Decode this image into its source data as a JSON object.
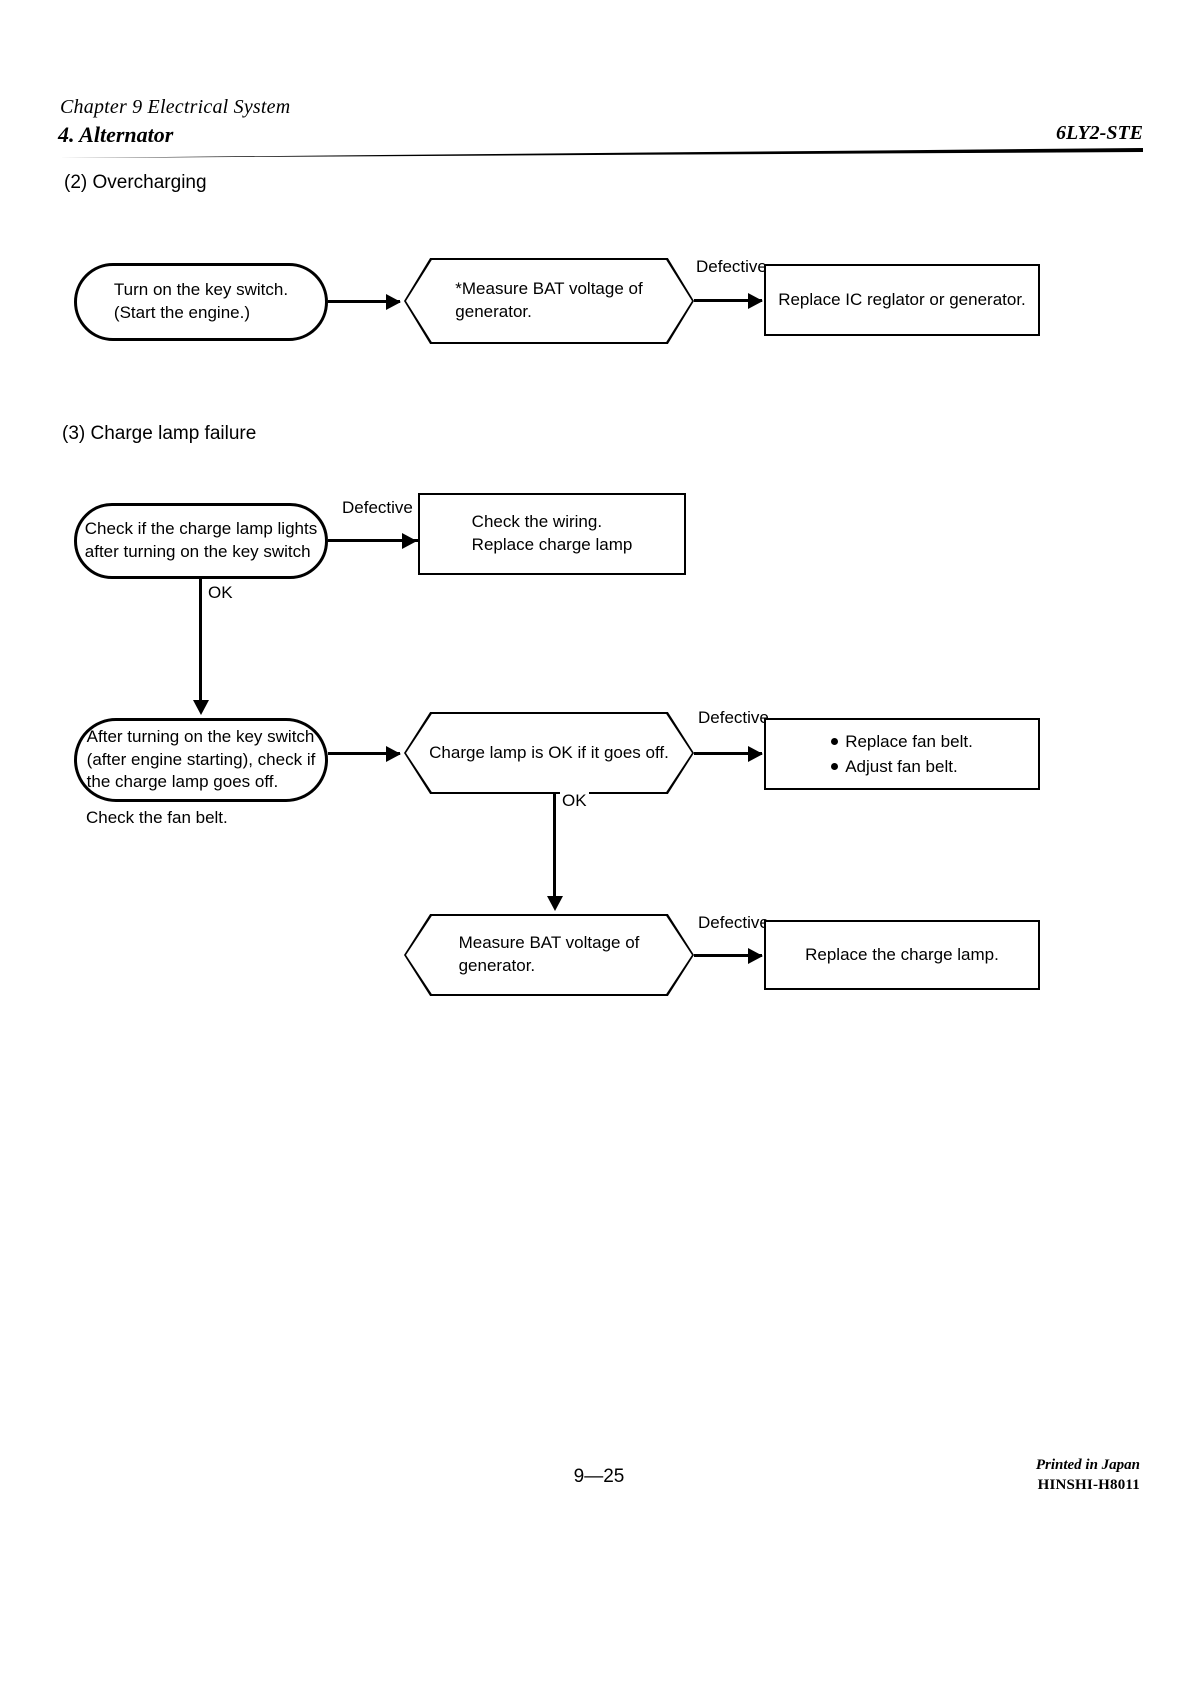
{
  "header": {
    "chapter": "Chapter 9 Electrical System",
    "section": "4. Alternator",
    "model": "6LY2-STE"
  },
  "sections": [
    {
      "id": "overcharging",
      "heading": "(2) Overcharging",
      "chart_data": {
        "type": "flowchart",
        "nodes": [
          {
            "id": "n1",
            "shape": "stadium",
            "text": "Turn on the key switch.\n(Start the engine.)"
          },
          {
            "id": "n2",
            "shape": "hexagon",
            "text": "*Measure BAT voltage of\ngenerator."
          },
          {
            "id": "n3",
            "shape": "rectangle",
            "text": "Replace IC reglator or generator."
          }
        ],
        "edges": [
          {
            "from": "n1",
            "to": "n2",
            "label": "",
            "direction": "right"
          },
          {
            "from": "n2",
            "to": "n3",
            "label": "Defective",
            "direction": "right"
          }
        ]
      }
    },
    {
      "id": "charge-lamp-failure",
      "heading": "(3) Charge lamp failure",
      "note": "Check the fan belt.",
      "chart_data": {
        "type": "flowchart",
        "nodes": [
          {
            "id": "m1",
            "shape": "stadium",
            "text": "Check if the charge lamp lights\nafter turning on the key switch"
          },
          {
            "id": "m2",
            "shape": "rectangle",
            "text": "Check the wiring.\nReplace charge lamp"
          },
          {
            "id": "m3",
            "shape": "stadium",
            "text": "After turning on the key switch\n(after engine starting), check if\nthe charge lamp goes off."
          },
          {
            "id": "m4",
            "shape": "hexagon",
            "text": "Charge lamp is OK if it goes off."
          },
          {
            "id": "m5",
            "shape": "rectangle",
            "bullets": [
              "Replace fan belt.",
              "Adjust fan belt."
            ]
          },
          {
            "id": "m6",
            "shape": "hexagon",
            "text": "Measure BAT voltage of\ngenerator."
          },
          {
            "id": "m7",
            "shape": "rectangle",
            "text": "Replace the charge lamp."
          }
        ],
        "edges": [
          {
            "from": "m1",
            "to": "m2",
            "label": "Defective",
            "direction": "right"
          },
          {
            "from": "m1",
            "to": "m3",
            "label": "OK",
            "direction": "down"
          },
          {
            "from": "m3",
            "to": "m4",
            "label": "",
            "direction": "right"
          },
          {
            "from": "m4",
            "to": "m5",
            "label": "Defective",
            "direction": "right"
          },
          {
            "from": "m4",
            "to": "m6",
            "label": "OK",
            "direction": "down"
          },
          {
            "from": "m6",
            "to": "m7",
            "label": "Defective",
            "direction": "right"
          }
        ]
      }
    }
  ],
  "labels": {
    "defective": "Defective",
    "ok": "OK"
  },
  "footer": {
    "page_number": "9—25",
    "printed_in": "Printed in Japan",
    "code": "HINSHI-H8011"
  }
}
